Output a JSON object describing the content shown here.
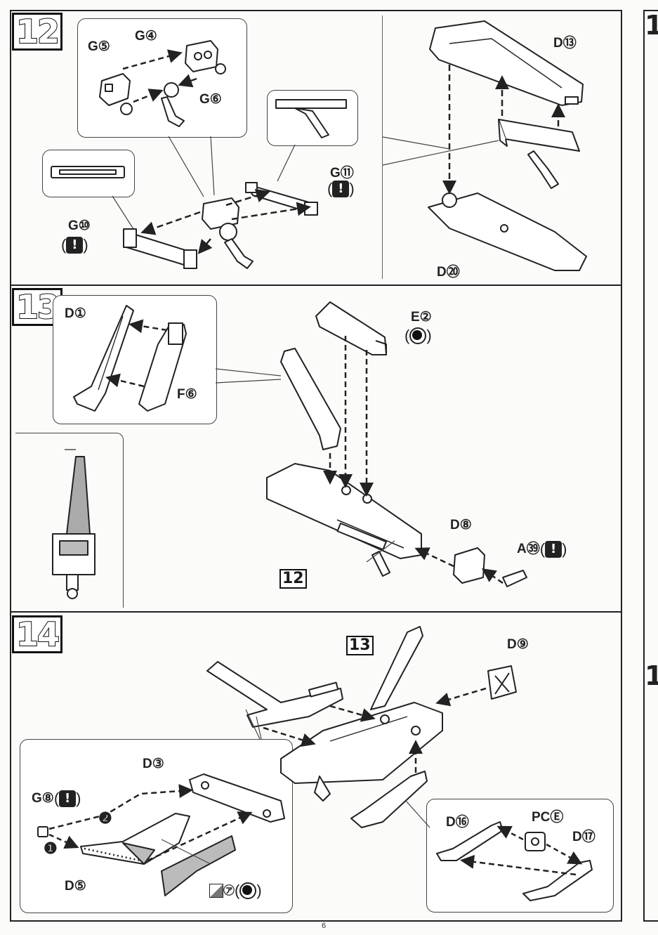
{
  "page_number": "6",
  "steps": {
    "s12": {
      "number": "12",
      "labels": {
        "g5": "G⑤",
        "g4": "G④",
        "g6": "G⑥",
        "g11": "G⑪",
        "g10": "G⑩",
        "d13": "D⑬",
        "d20": "D⑳"
      }
    },
    "s13": {
      "number": "13",
      "labels": {
        "d1": "D①",
        "f6": "F⑥",
        "e2": "E②",
        "d8": "D⑧",
        "a39": "A㊴"
      },
      "ref": "12"
    },
    "s14": {
      "number": "14",
      "labels": {
        "d9": "D⑨",
        "d3": "D③",
        "g8": "G⑧",
        "d5": "D⑤",
        "mark_a": "㋐",
        "d16": "D⑯",
        "pce": "PCⒺ",
        "d17": "D⑰",
        "order1": "❶",
        "order2": "❷"
      },
      "ref": "13"
    }
  },
  "right_edge": {
    "num_top": "1",
    "num_bottom": "1"
  },
  "icons": {
    "warning": "exclamation-icon",
    "paint": "paint-dot-icon"
  }
}
